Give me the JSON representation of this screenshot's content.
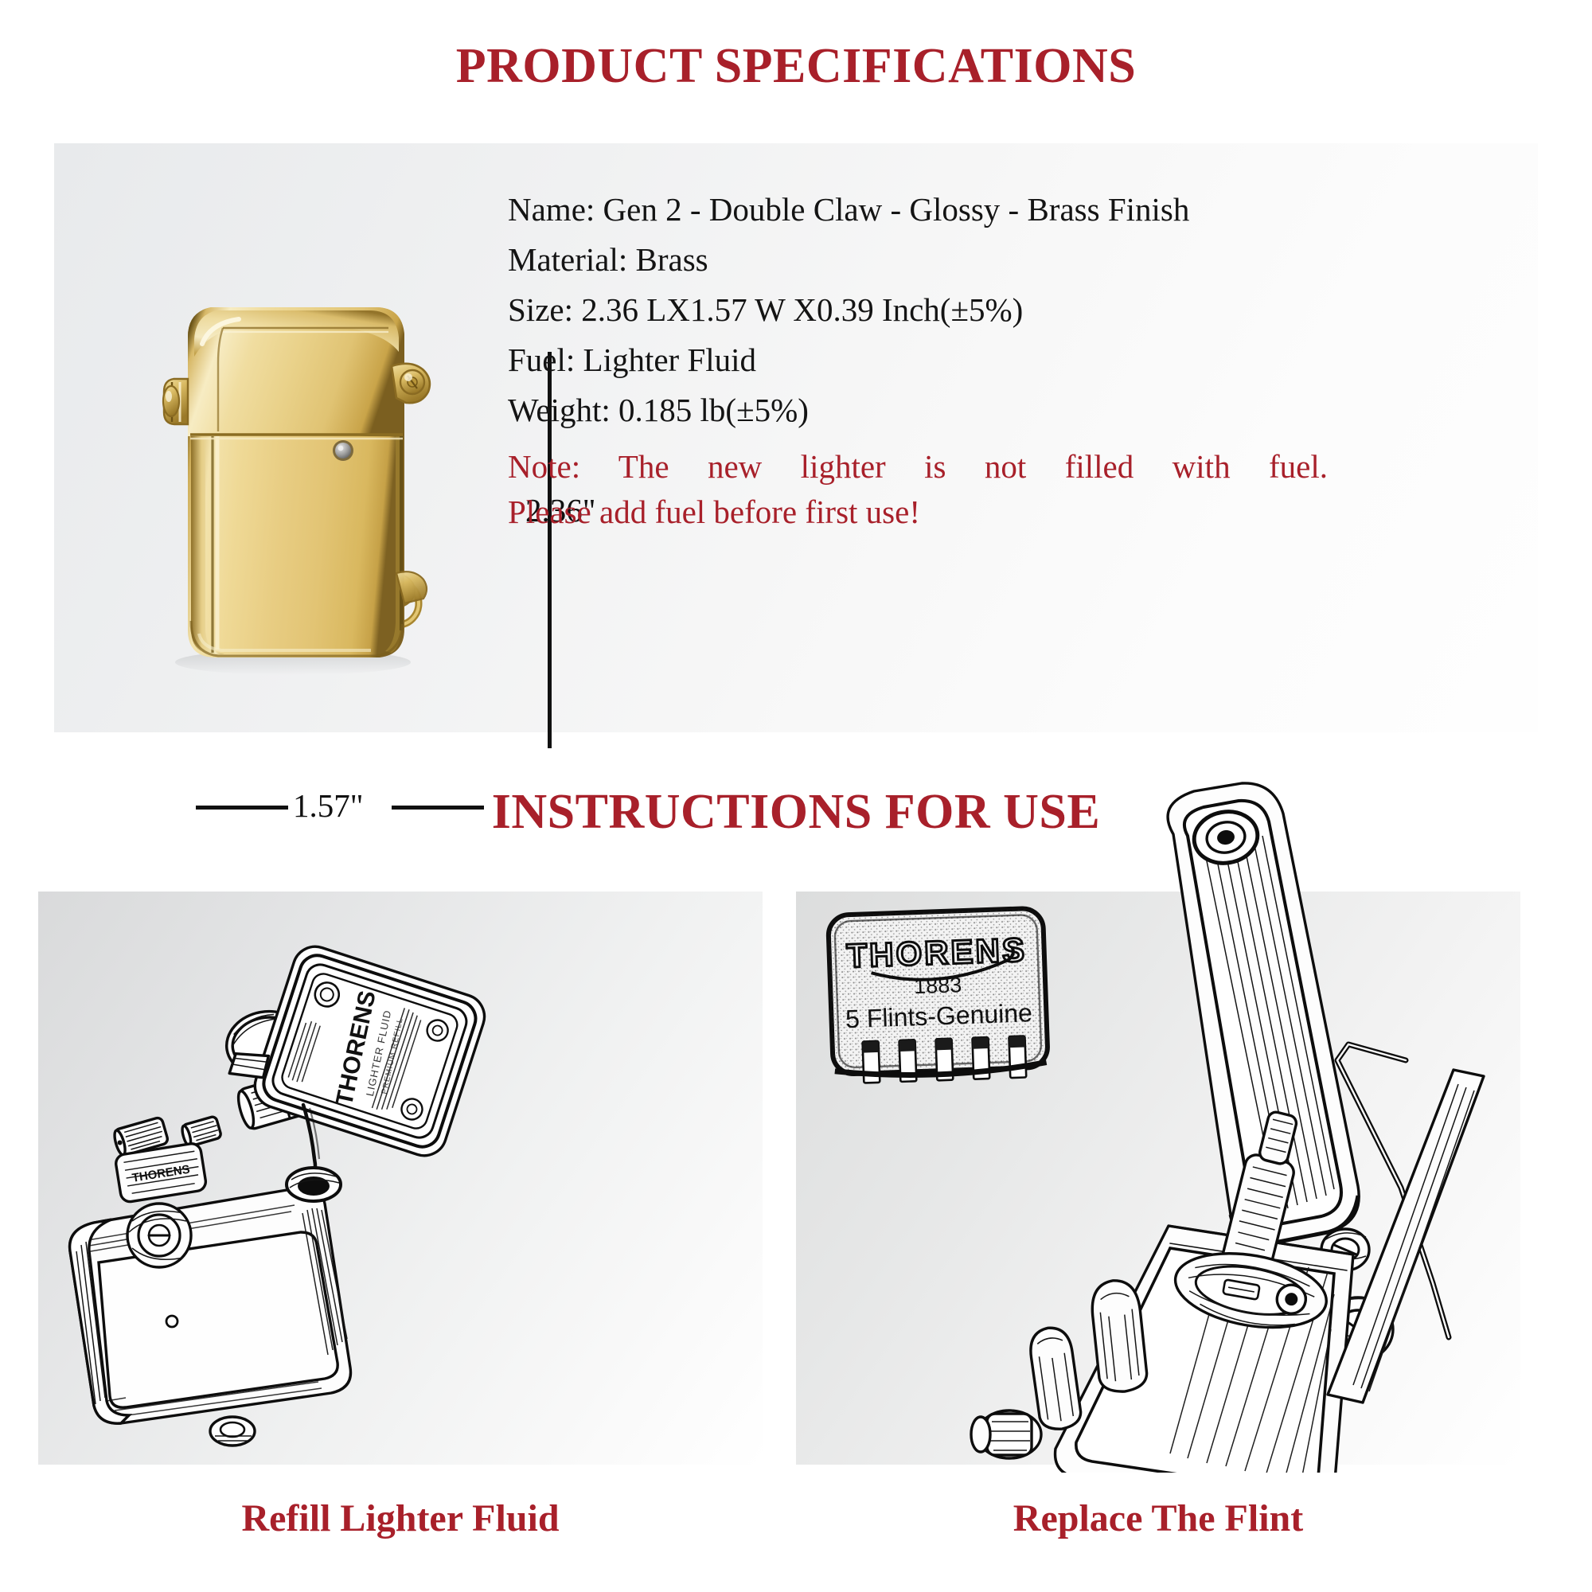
{
  "headings": {
    "specifications": "PRODUCT SPECIFICATIONS",
    "instructions": "INSTRUCTIONS FOR USE"
  },
  "colors": {
    "heading_red": "#a8202a",
    "note_red": "#a8202a",
    "body_black": "#141414",
    "brass_light": "#f2dd9a",
    "brass_mid": "#d8b961",
    "brass_dark": "#9c7c2b"
  },
  "specifications": {
    "lines": [
      "Name:  Gen 2 - Double Claw - Glossy - Brass Finish",
      "Material: Brass",
      "Size: 2.36 LX1.57 W X0.39 Inch(±5%)",
      "Fuel: Lighter Fluid",
      "Weight: 0.185 lb(±5%)"
    ],
    "note_line1": "Note: The new lighter is not filled with fuel.",
    "note_line2": "Please add fuel before first use!"
  },
  "dimensions": {
    "height_label": "2.36\"",
    "width_label": "1.57\""
  },
  "instruction_panels": [
    {
      "id": "refill",
      "caption": "Refill Lighter Fluid",
      "artwork": "lighter-inverted-with-fuel-can",
      "can_brand": "THORENS",
      "lighter_brand": "THORENS"
    },
    {
      "id": "flint",
      "caption": "Replace The Flint",
      "artwork": "open-lighter-with-flint-pack",
      "flint_pack": {
        "brand": "THORENS",
        "year": "1883",
        "line": "5 Flints-Genuine",
        "flint_count": 5
      }
    }
  ]
}
